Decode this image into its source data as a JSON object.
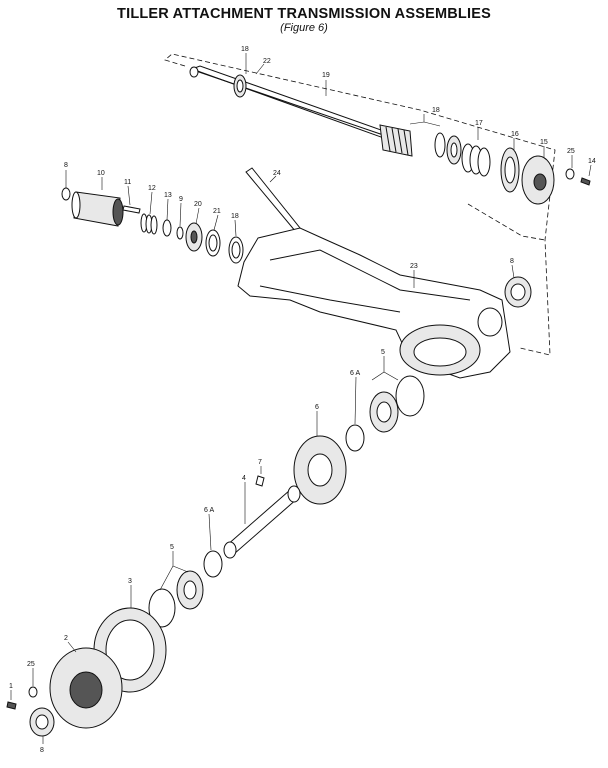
{
  "title": "TILLER ATTACHMENT TRANSMISSION ASSEMBLIES",
  "subtitle": "(Figure 6)",
  "callouts": {
    "c18_top": "18",
    "c22": "22",
    "c19": "19",
    "c18_right": "18",
    "c17": "17",
    "c16": "16",
    "c15": "15",
    "c25_top": "25",
    "c14": "14",
    "c8_left": "8",
    "c10": "10",
    "c11": "11",
    "c12": "12",
    "c13": "13",
    "c9": "9",
    "c20": "20",
    "c21": "21",
    "c18_mid": "18",
    "c24": "24",
    "c23": "23",
    "c8_right": "8",
    "c5_upper": "5",
    "c6a_upper": "6 A",
    "c6": "6",
    "c7": "7",
    "c4": "4",
    "c6a_lower": "6 A",
    "c5_lower": "5",
    "c3": "3",
    "c2": "2",
    "c25_bottom": "25",
    "c1": "1",
    "c8_bottom": "8"
  }
}
